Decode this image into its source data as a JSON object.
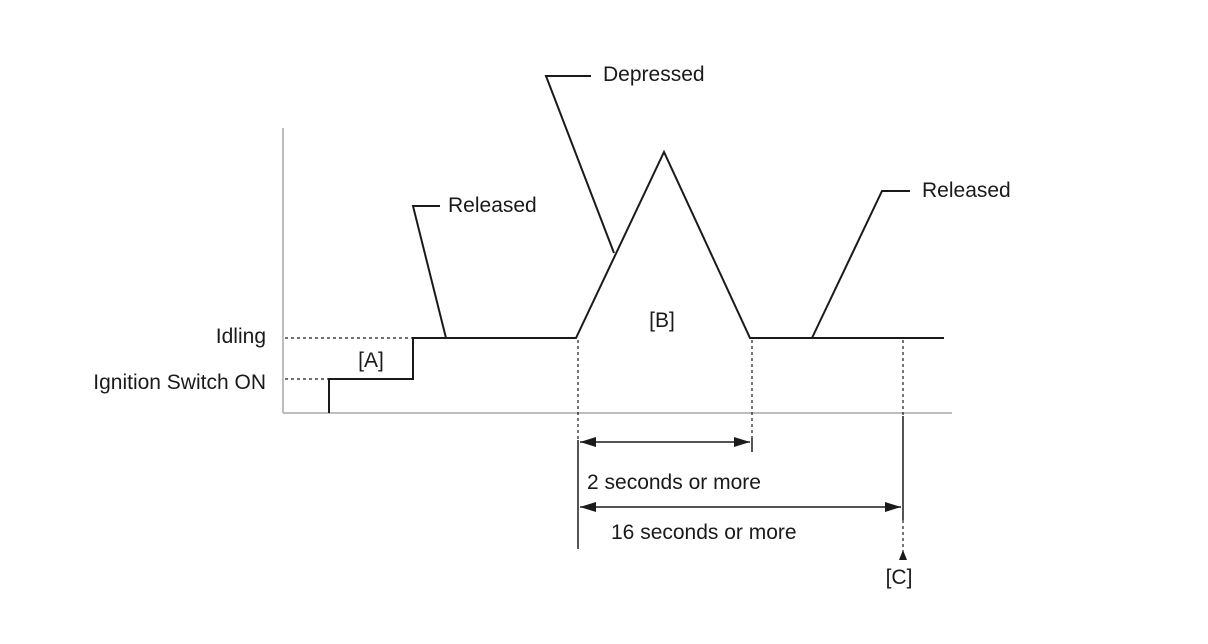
{
  "diagram": {
    "label_idling": "Idling",
    "label_ignition": "Ignition Switch ON",
    "label_released_1": "Released",
    "label_depressed": "Depressed",
    "label_released_2": "Released",
    "marker_a": "[A]",
    "marker_b": "[B]",
    "marker_c": "[C]",
    "dim_short": "2 seconds or more",
    "dim_long": "16 seconds or more"
  }
}
